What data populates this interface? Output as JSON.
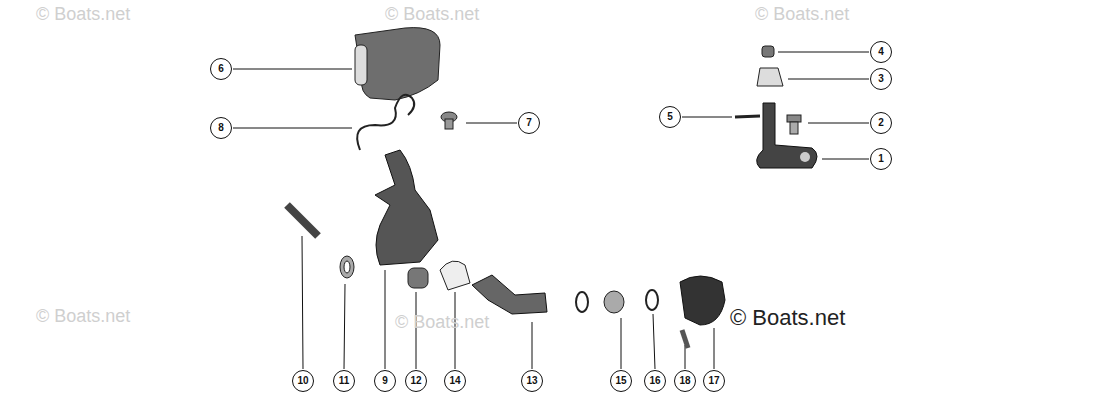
{
  "diagram": {
    "nodes": [
      {
        "text": [
          "6"
        ]
      },
      {
        "text": [
          "4"
        ]
      },
      {
        "text": [
          "3"
        ]
      },
      {
        "text": [
          "8"
        ]
      },
      {
        "text": [
          "7"
        ]
      },
      {
        "text": [
          "5"
        ]
      },
      {
        "text": [
          "2"
        ]
      },
      {
        "text": [
          "1"
        ]
      },
      {
        "text": [
          "10"
        ]
      },
      {
        "text": [
          "11"
        ]
      },
      {
        "text": [
          "9"
        ]
      },
      {
        "text": [
          "12"
        ]
      },
      {
        "text": [
          "14"
        ]
      },
      {
        "text": [
          "13"
        ]
      },
      {
        "text": [
          "15"
        ]
      },
      {
        "text": [
          "16"
        ]
      },
      {
        "text": [
          "18"
        ]
      },
      {
        "text": [
          "17"
        ]
      }
    ],
    "labels": [
      "© Boats.net",
      "© Boats.net",
      "© Boats.net",
      "© Boats.net",
      "© Boats.net",
      "© Boats.net"
    ]
  }
}
